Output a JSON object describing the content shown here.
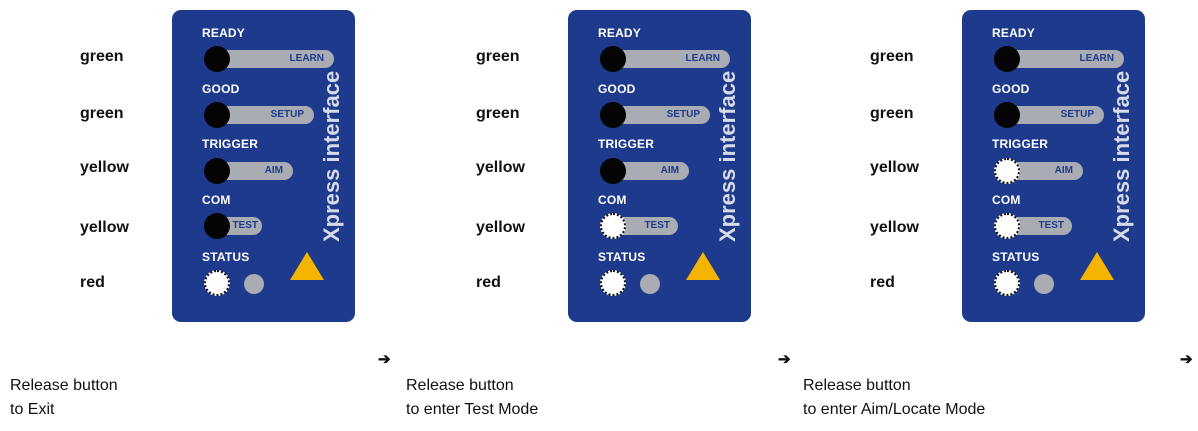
{
  "panels": [
    {
      "labels": [
        "green",
        "green",
        "yellow",
        "yellow",
        "red"
      ],
      "leds": {
        "ready": "off",
        "good": "off",
        "trigger": "off",
        "com": "off",
        "status": "on"
      },
      "caption": [
        "Release button",
        "to Exit"
      ]
    },
    {
      "labels": [
        "green",
        "green",
        "yellow",
        "yellow",
        "red"
      ],
      "leds": {
        "ready": "off",
        "good": "off",
        "trigger": "off",
        "com": "on",
        "status": "on"
      },
      "caption": [
        "Release button",
        "to enter Test Mode"
      ]
    },
    {
      "labels": [
        "green",
        "green",
        "yellow",
        "yellow",
        "red"
      ],
      "leds": {
        "ready": "off",
        "good": "off",
        "trigger": "on",
        "com": "on",
        "status": "on"
      },
      "caption": [
        "Release button",
        "to enter Aim/Locate Mode"
      ]
    }
  ],
  "device": {
    "titles": {
      "ready": "READY",
      "good": "GOOD",
      "trigger": "TRIGGER",
      "com": "COM",
      "status": "STATUS"
    },
    "buttons": {
      "learn": "LEARN",
      "setup": "SETUP",
      "aim": "AIM",
      "test": "TEST"
    },
    "brand": "Xpress interface",
    "colors": {
      "panel": "#1e3a8c",
      "pill": "#a9acb3",
      "warning": "#f4b400"
    }
  },
  "arrow": "➔"
}
